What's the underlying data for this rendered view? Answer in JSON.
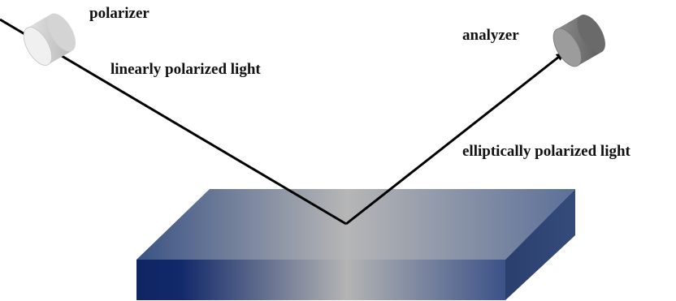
{
  "labels": {
    "polarizer": "polarizer",
    "analyzer": "analyzer",
    "incident_beam": "linearly polarized light",
    "reflected_beam": "elliptically polarized light"
  },
  "colors": {
    "beam": "#000000",
    "sample_dark": "#0f2a66",
    "sample_light": "#b8b8b8",
    "sample_side": "#2f4673",
    "polarizer_body": "#cfcfcf",
    "analyzer_body": "#7a7a7a"
  }
}
